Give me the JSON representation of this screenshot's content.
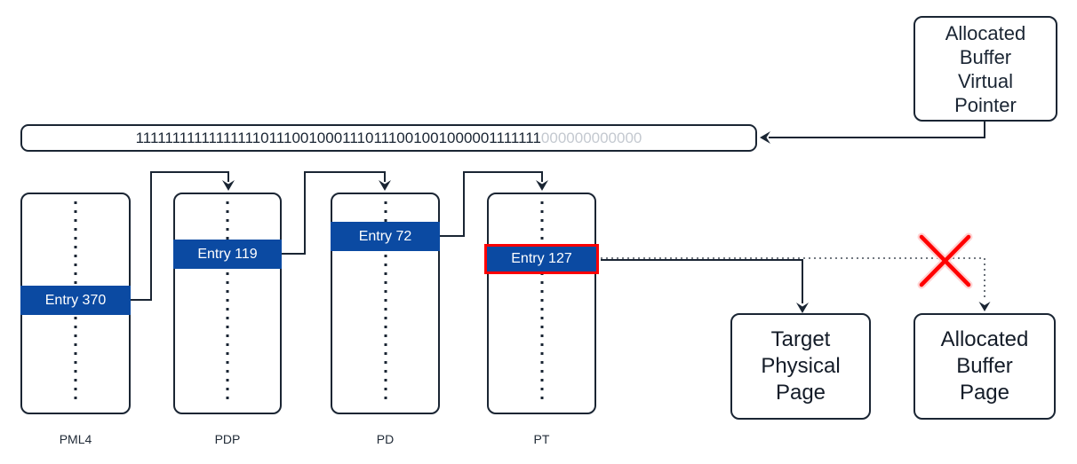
{
  "diagram": {
    "pointer_box": {
      "label": "Allocated\nBuffer\nVirtual\nPointer"
    },
    "address_bar": {
      "translated_bits": "1111111111111111101110010001110111001001000001111111",
      "offset_bits": "000000000000"
    },
    "tables": [
      {
        "name": "PML4",
        "entry_label": "Entry 370"
      },
      {
        "name": "PDP",
        "entry_label": "Entry 119"
      },
      {
        "name": "PD",
        "entry_label": "Entry 72"
      },
      {
        "name": "PT",
        "entry_label": "Entry 127"
      }
    ],
    "result_boxes": [
      {
        "label": "Target\nPhysical\nPage"
      },
      {
        "label": "Allocated\nBuffer\nPage"
      }
    ]
  },
  "colors": {
    "stroke_dark": "#1a2533",
    "entry_blue": "#0b4aa2",
    "entry_text": "#ffffff",
    "highlight_red": "#ff0000",
    "offset_gray": "#c4c9d0"
  }
}
